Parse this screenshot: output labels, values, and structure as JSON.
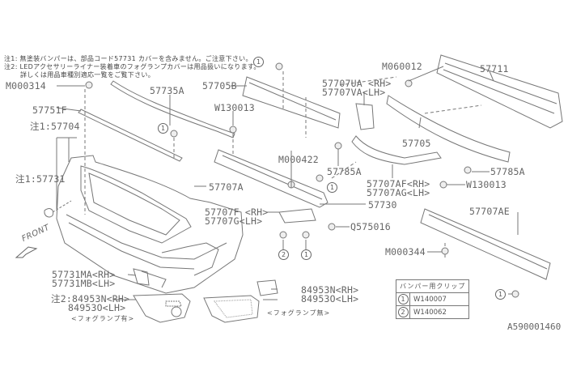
{
  "diagram": {
    "title_code": "A590001460",
    "notes": [
      "注1: 無塗装バンパーは、部品コード57731 カバーを含みません。ご注意下さい。",
      "注2: LEDアクセサリーライナー装着車のフォグランプカバーは用品扱いになります。",
      "詳しくは用品車種別適応一覧をご覧下さい。"
    ],
    "front_label": "FRONT",
    "parts": {
      "m000314": "M000314",
      "p57735a": "57735A",
      "p57751f": "57751F",
      "p57704": "注1:57704",
      "p57731": "注1:57731",
      "p57705b": "57705B",
      "w130013_a": "W130013",
      "p57707ua": "57707UA <RH>",
      "p57707va": "57707VA<LH>",
      "m060012": "M060012",
      "p57711": "57711",
      "p57705": "57705",
      "m000422": "M000422",
      "p57785a_a": "57785A",
      "p57785a_b": "57785A",
      "p57707a": "57707A",
      "p57707af": "57707AF<RH>",
      "p57707ag": "57707AG<LH>",
      "w130013_b": "W130013",
      "p57730": "57730",
      "p57707f": "57707F <RH>",
      "p57707g": "57707G<LH>",
      "q575016": "Q575016",
      "p57707ae": "57707AE",
      "m000344": "M000344",
      "p57731ma": "57731MA<RH>",
      "p57731mb": "57731MB<LH>",
      "p84953n_a": "注2:84953N<RH>",
      "p84953o_a": "84953O<LH>",
      "fog_with": "<フォグランプ有>",
      "p84953n_b": "84953N<RH>",
      "p84953o_b": "84953O<LH>",
      "fog_without": "<フォグランプ無>"
    },
    "callouts": {
      "one": "1",
      "two": "2"
    },
    "clip_table": {
      "header": "バンパー用クリップ",
      "rows": [
        {
          "num": "1",
          "part": "W140007"
        },
        {
          "num": "2",
          "part": "W140062"
        }
      ]
    }
  }
}
